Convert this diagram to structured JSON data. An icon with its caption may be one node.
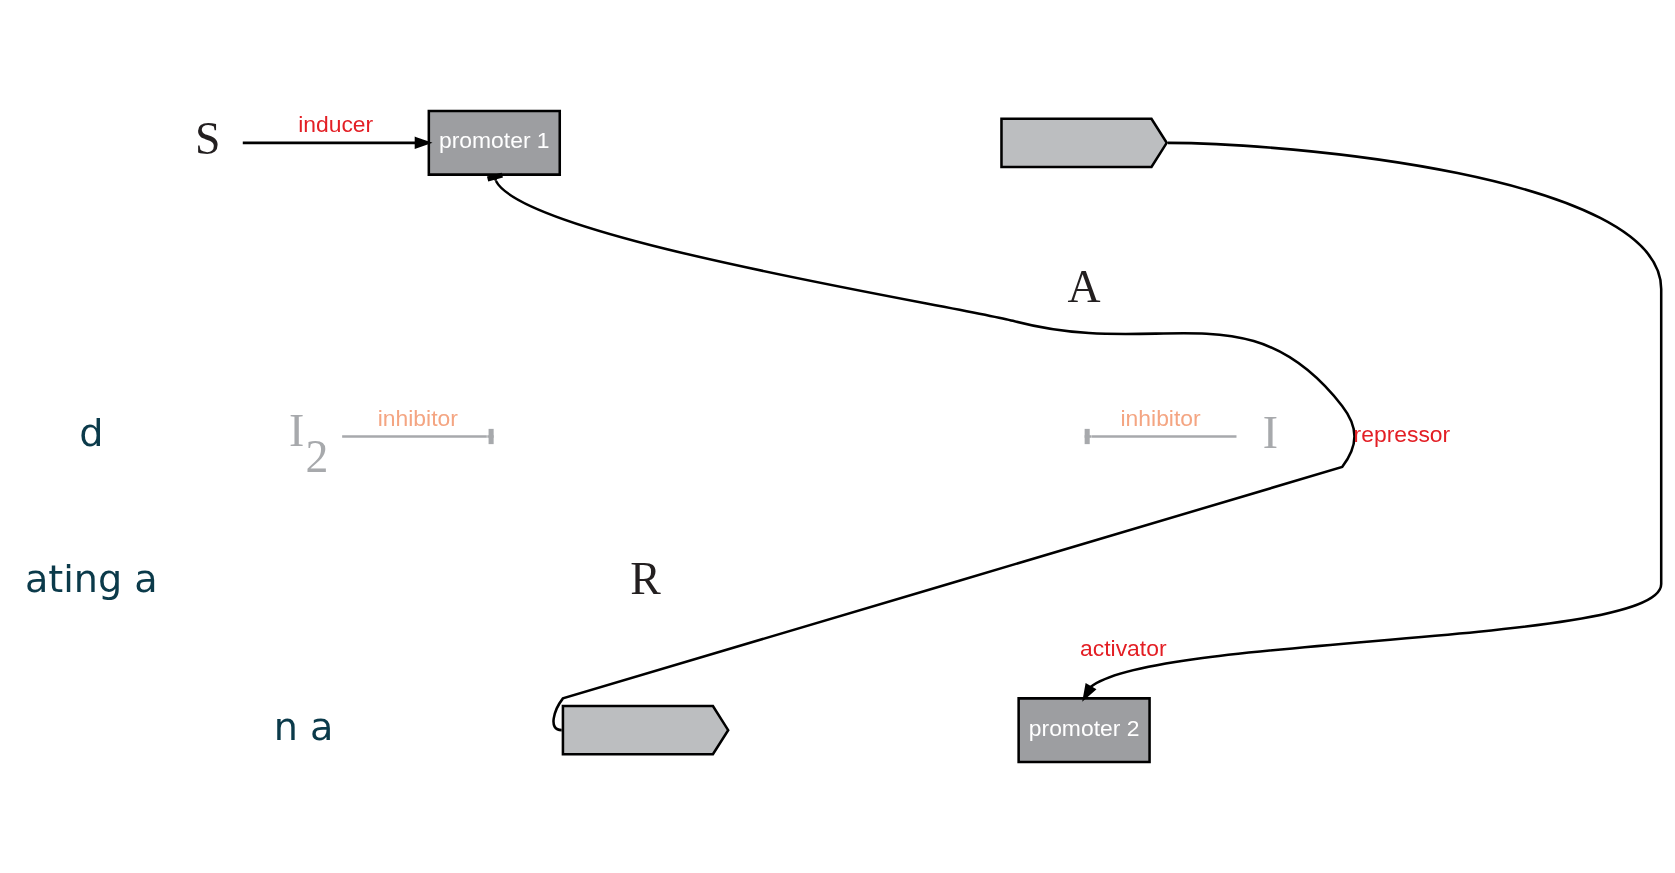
{
  "diagram": {
    "nodes": [
      {
        "text": [
          "S"
        ]
      },
      {
        "text": [
          "promoter 1"
        ]
      },
      {
        "text": [],
        "shape": "arrow"
      },
      {
        "text": [
          "promoter 2"
        ]
      },
      {
        "text": [],
        "shape": "arrow"
      },
      {
        "text": [
          "I$_{2}$"
        ]
      },
      {
        "text": [
          "I"
        ]
      }
    ],
    "edges": [
      {
        "from": 0,
        "to": 1,
        "arrow": "to",
        "label": "inducer"
      },
      {
        "from": 2,
        "to": 3,
        "arrow": "to",
        "label": "activator"
      },
      {
        "from": 4,
        "to": 1,
        "arrow": "other",
        "label": "repressor"
      },
      {
        "from": 5,
        "to": null,
        "arrow": "to",
        "label": "inhibitor",
        "color": "#a7a9ac"
      },
      {
        "from": 6,
        "to": null,
        "arrow": "to",
        "label": "inhibitor",
        "color": "#a7a9ac"
      }
    ],
    "labels": [
      "A",
      "R",
      "d",
      "ating a",
      "n a"
    ]
  }
}
